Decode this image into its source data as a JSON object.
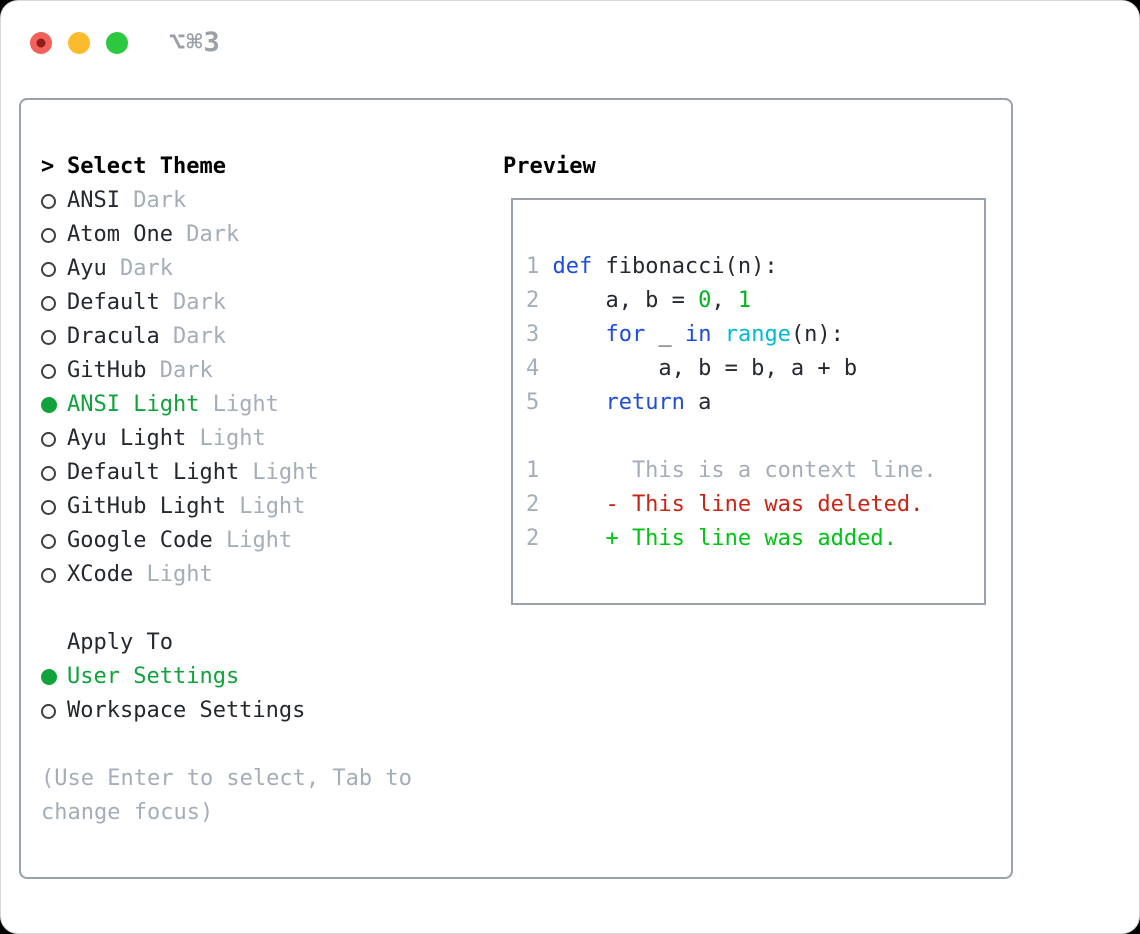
{
  "window": {
    "shortcut_label": "⌥⌘3",
    "traffic_lights": {
      "red": "#f4605a",
      "red_inner_dot": "#8c1d18",
      "yellow": "#fcbb2d",
      "green": "#2bc840"
    }
  },
  "theme_panel": {
    "prompt": ">",
    "title": "Select Theme",
    "items": [
      {
        "name": "ANSI",
        "variant": "Dark",
        "selected": false
      },
      {
        "name": "Atom One",
        "variant": "Dark",
        "selected": false
      },
      {
        "name": "Ayu",
        "variant": "Dark",
        "selected": false
      },
      {
        "name": "Default",
        "variant": "Dark",
        "selected": false
      },
      {
        "name": "Dracula",
        "variant": "Dark",
        "selected": false
      },
      {
        "name": "GitHub",
        "variant": "Dark",
        "selected": false
      },
      {
        "name": "ANSI Light",
        "variant": "Light",
        "selected": true
      },
      {
        "name": "Ayu Light",
        "variant": "Light",
        "selected": false
      },
      {
        "name": "Default Light",
        "variant": "Light",
        "selected": false
      },
      {
        "name": "GitHub Light",
        "variant": "Light",
        "selected": false
      },
      {
        "name": "Google Code",
        "variant": "Light",
        "selected": false
      },
      {
        "name": "XCode",
        "variant": "Light",
        "selected": false
      }
    ],
    "apply_to": {
      "title": "Apply To",
      "options": [
        {
          "label": "User Settings",
          "selected": true
        },
        {
          "label": "Workspace Settings",
          "selected": false
        }
      ]
    },
    "hint": "(Use Enter to select, Tab to change focus)"
  },
  "preview": {
    "title": "Preview",
    "code_lines": [
      {
        "num": "1",
        "tokens": [
          [
            "kw",
            "def"
          ],
          [
            "plain",
            " fibonacci(n):"
          ]
        ]
      },
      {
        "num": "2",
        "tokens": [
          [
            "plain",
            "    a, b = "
          ],
          [
            "lit",
            "0"
          ],
          [
            "plain",
            ", "
          ],
          [
            "lit",
            "1"
          ]
        ]
      },
      {
        "num": "3",
        "tokens": [
          [
            "plain",
            "    "
          ],
          [
            "kw",
            "for"
          ],
          [
            "plain",
            " _ "
          ],
          [
            "kw",
            "in"
          ],
          [
            "plain",
            " "
          ],
          [
            "fn",
            "range"
          ],
          [
            "plain",
            "(n):"
          ]
        ]
      },
      {
        "num": "4",
        "tokens": [
          [
            "plain",
            "        a, b = b, a + b"
          ]
        ]
      },
      {
        "num": "5",
        "tokens": [
          [
            "plain",
            "    "
          ],
          [
            "kw",
            "return"
          ],
          [
            "plain",
            " a"
          ]
        ]
      },
      {
        "num": "",
        "tokens": []
      },
      {
        "num": "1",
        "tokens": [
          [
            "ctx",
            "      This is a context line."
          ]
        ]
      },
      {
        "num": "2",
        "tokens": [
          [
            "del",
            "    - This line was deleted."
          ]
        ]
      },
      {
        "num": "2",
        "tokens": [
          [
            "add",
            "    + This line was added."
          ]
        ]
      }
    ]
  },
  "colors": {
    "panel_border": "#99a1ad",
    "muted_text": "#a4adb8",
    "dark_text": "#24292f",
    "selected_green": "#10a33c",
    "added_green": "#00c414",
    "literal_green": "#00b41e",
    "deleted_red": "#cb2415",
    "keyword_blue": "#1d4cdf",
    "function_cyan": "#00bcd0"
  }
}
